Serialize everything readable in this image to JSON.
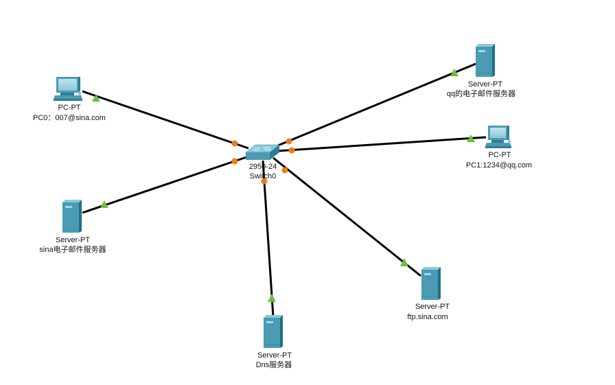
{
  "colors": {
    "background": "#ffffff",
    "link": "#000000",
    "link_up": "#6abf3c",
    "switch_port": "#f07b16",
    "device_body": "#4a9bb3",
    "device_side": "#2f7d94",
    "device_light": "#8cc8d9",
    "label": "#111111"
  },
  "nodes": [
    {
      "id": "switch0",
      "type": "switch",
      "icon": "switch-icon",
      "model": "2950-24",
      "name": "Switch0"
    },
    {
      "id": "pc0",
      "type": "pc",
      "icon": "pc-icon",
      "model": "PC-PT",
      "name": "PC0：007@sina.com"
    },
    {
      "id": "qq-mail",
      "type": "server",
      "icon": "server-icon",
      "model": "Server-PT",
      "name": "qq的电子邮件服务器"
    },
    {
      "id": "pc1",
      "type": "pc",
      "icon": "pc-icon",
      "model": "PC-PT",
      "name": "PC1:1234@qq.com"
    },
    {
      "id": "sina-mail",
      "type": "server",
      "icon": "server-icon",
      "model": "Server-PT",
      "name": "sina电子邮件服务器"
    },
    {
      "id": "dns",
      "type": "server",
      "icon": "server-icon",
      "model": "Server-PT",
      "name": "Dns服务器"
    },
    {
      "id": "ftp",
      "type": "server",
      "icon": "server-icon",
      "model": "Server-PT",
      "name": "ftp.sina.com"
    }
  ],
  "links": [
    {
      "from": "switch0",
      "to": "pc0",
      "switch_status": "orange",
      "device_status": "up"
    },
    {
      "from": "switch0",
      "to": "qq-mail",
      "switch_status": "orange",
      "device_status": "up"
    },
    {
      "from": "switch0",
      "to": "pc1",
      "switch_status": "orange",
      "device_status": "up"
    },
    {
      "from": "switch0",
      "to": "sina-mail",
      "switch_status": "orange",
      "device_status": "up"
    },
    {
      "from": "switch0",
      "to": "dns",
      "switch_status": "orange",
      "device_status": "up"
    },
    {
      "from": "switch0",
      "to": "ftp",
      "switch_status": "orange",
      "device_status": "up"
    }
  ]
}
